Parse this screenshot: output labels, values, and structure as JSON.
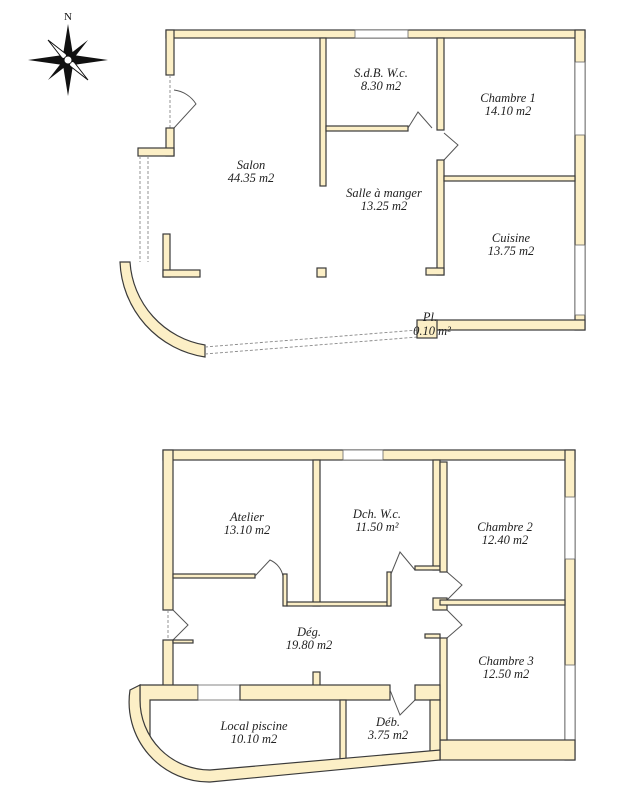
{
  "compass": {
    "north_label": "N",
    "icon": "compass-rose-icon"
  },
  "colors": {
    "wall": "#fcefc6",
    "outline": "#3a3a3a"
  },
  "upper_plan": {
    "rooms": [
      {
        "name": "Salon",
        "area": "44.35 m2"
      },
      {
        "name": "S.d.B. W.c.",
        "area": "8.30 m2"
      },
      {
        "name": "Chambre 1",
        "area": "14.10 m2"
      },
      {
        "name": "Salle à manger",
        "area": "13.25 m2"
      },
      {
        "name": "Cuisine",
        "area": "13.75 m2"
      },
      {
        "name": "Pl.",
        "area": "0.10 m²"
      }
    ]
  },
  "lower_plan": {
    "rooms": [
      {
        "name": "Atelier",
        "area": "13.10 m2"
      },
      {
        "name": "Dch. W.c.",
        "area": "11.50 m²"
      },
      {
        "name": "Chambre 2",
        "area": "12.40 m2"
      },
      {
        "name": "Dég.",
        "area": "19.80 m2"
      },
      {
        "name": "Chambre 3",
        "area": "12.50 m2"
      },
      {
        "name": "Local piscine",
        "area": "10.10 m2"
      },
      {
        "name": "Déb.",
        "area": "3.75 m2"
      }
    ]
  }
}
